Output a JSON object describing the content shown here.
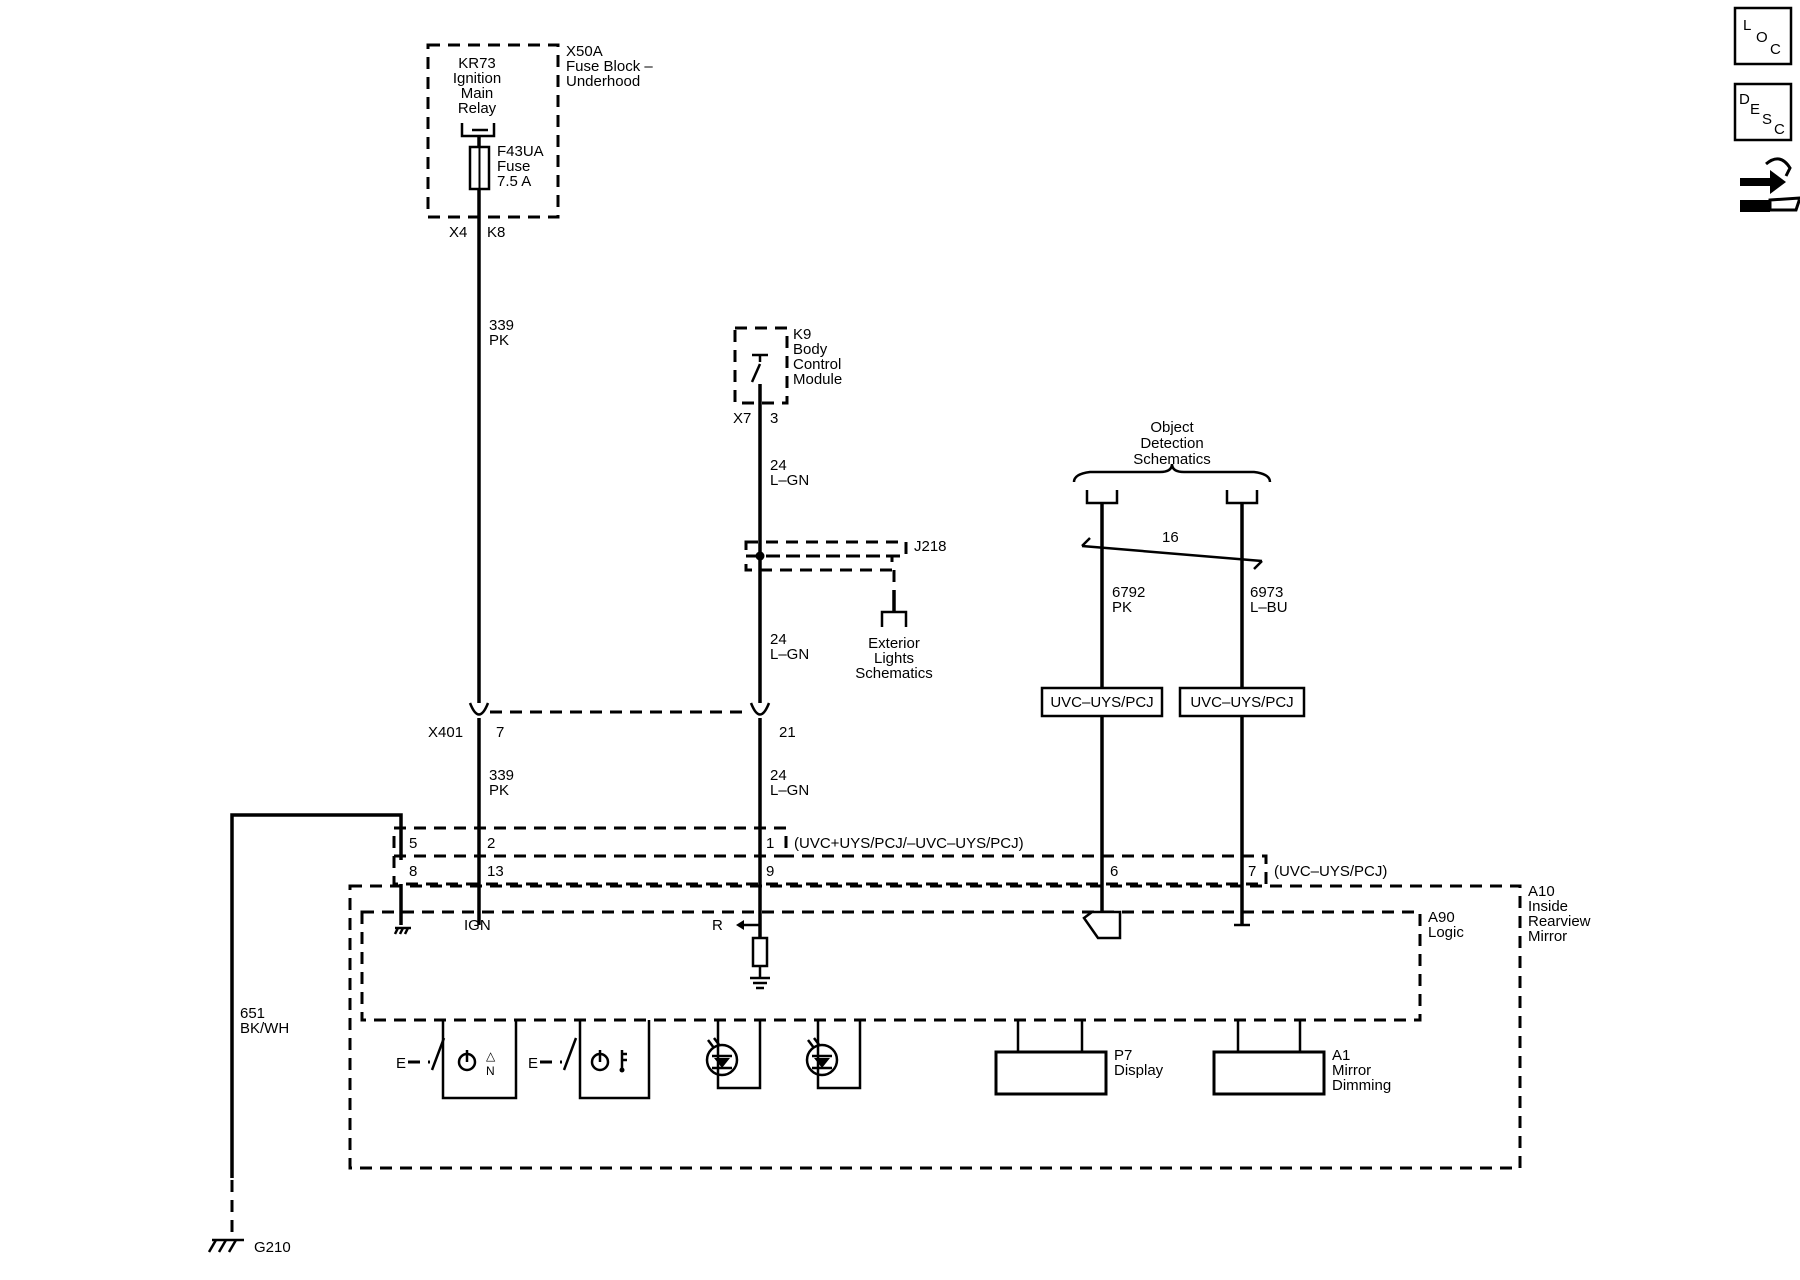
{
  "side_icons": [
    {
      "icon": "loc-icon",
      "letters": [
        "L",
        "O",
        "C"
      ]
    },
    {
      "icon": "desc-icon",
      "letters": [
        "D",
        "E",
        "S",
        "C"
      ]
    },
    {
      "icon": "connector-tool-icon"
    }
  ],
  "fuse_block": {
    "label": [
      "X50A",
      "Fuse Block –",
      "Underhood"
    ],
    "relay": [
      "KR73",
      "Ignition",
      "Main",
      "Relay"
    ],
    "fuse": [
      "F43UA",
      "Fuse",
      "7.5 A"
    ],
    "connector": "X4",
    "pin": "K8"
  },
  "wire_339_top": [
    "339",
    "PK"
  ],
  "bcm": {
    "label": [
      "K9",
      "Body",
      "Control",
      "Module"
    ],
    "connector": "X7",
    "pin": "3"
  },
  "wire_24_a": [
    "24",
    "L–GN"
  ],
  "splice": {
    "label": "J218",
    "ref": [
      "Exterior",
      "Lights",
      "Schematics"
    ]
  },
  "wire_24_b": [
    "24",
    "L–GN"
  ],
  "inline_connector": {
    "name": "X401",
    "pin_a": "7",
    "pin_b": "21"
  },
  "wire_339_bottom": [
    "339",
    "PK"
  ],
  "wire_24_c": [
    "24",
    "L–GN"
  ],
  "object_detection": [
    "Object",
    "Detection",
    "Schematics"
  ],
  "twist": "16",
  "wire_6792": [
    "6792",
    "PK"
  ],
  "wire_6973": [
    "6973",
    "L–BU"
  ],
  "option_box_left": "UVC–UYS/PCJ",
  "option_box_right": "UVC–UYS/PCJ",
  "connector_row1": {
    "pins": [
      "5",
      "2",
      "1"
    ],
    "note": "(UVC+UYS/PCJ/–UVC–UYS/PCJ)"
  },
  "connector_row2": {
    "pins": [
      "8",
      "13",
      "9",
      "6",
      "7"
    ],
    "note": "(UVC–UYS/PCJ)"
  },
  "mirror": {
    "label": [
      "A10",
      "Inside",
      "Rearview",
      "Mirror"
    ],
    "logic_label": [
      "A90",
      "Logic"
    ],
    "ign": "IGN",
    "r": "R",
    "display": [
      "P7",
      "Display"
    ],
    "dimming": [
      "A1",
      "Mirror",
      "Dimming"
    ],
    "switch_prefix": "E",
    "switch_b_mark": "N"
  },
  "ground_wire": [
    "651",
    "BK/WH"
  ],
  "ground": "G210"
}
